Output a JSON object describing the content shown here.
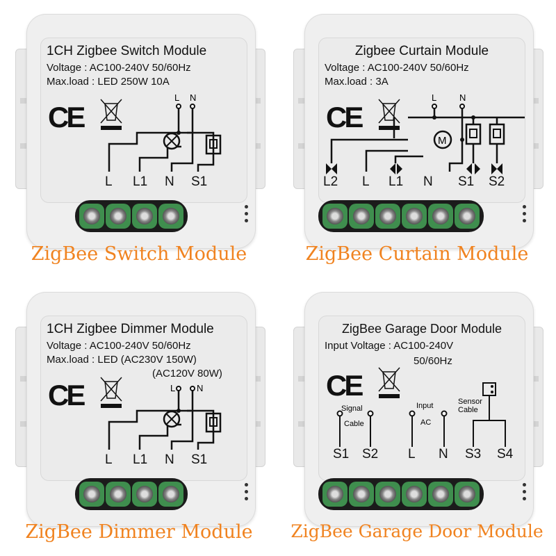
{
  "colors": {
    "caption": "#f08320",
    "terminal_green": "#3f8e4e",
    "housing": "#efefef",
    "ink": "#111111"
  },
  "modules": [
    {
      "caption": "ZigBee Switch Module",
      "title": "1CH Zigbee Switch Module",
      "voltage": "Voltage : AC100-240V 50/60Hz",
      "maxload": "Max.load : LED 250W  10A",
      "maxload2": "",
      "icons": [
        "ce-mark-icon",
        "weee-bin-icon",
        "lamp-icon",
        "switch-icon"
      ],
      "top_terminals": [
        "L",
        "N"
      ],
      "terminals": [
        "L",
        "L1",
        "N",
        "S1"
      ],
      "screws": 4
    },
    {
      "caption": "ZigBee Curtain Module",
      "title": "Zigbee Curtain Module",
      "voltage": "Voltage : AC100-240V 50/60Hz",
      "maxload": "Max.load : 3A",
      "maxload2": "",
      "icons": [
        "ce-mark-icon",
        "weee-bin-icon",
        "motor-icon",
        "switch-icon",
        "switch-icon",
        "bowtie-icon",
        "diamond-icon"
      ],
      "top_terminals": [
        "L",
        "N"
      ],
      "terminals": [
        "L2",
        "L",
        "L1",
        "N",
        "S1",
        "S2"
      ],
      "screws": 6
    },
    {
      "caption": "ZigBee Dimmer Module",
      "title": "1CH Zigbee Dimmer Module",
      "voltage": "Voltage : AC100-240V 50/60Hz",
      "maxload": "Max.load : LED (AC230V 150W)",
      "maxload2": "(AC120V 80W)",
      "icons": [
        "ce-mark-icon",
        "weee-bin-icon",
        "lamp-icon",
        "switch-icon"
      ],
      "top_terminals": [
        "L",
        "N"
      ],
      "terminals": [
        "L",
        "L1",
        "N",
        "S1"
      ],
      "screws": 4
    },
    {
      "caption": "ZigBee Garage Door Module",
      "title": "ZigBee Garage Door Module",
      "voltage": "Input Voltage : AC100-240V",
      "maxload": "",
      "maxload2": "50/60Hz",
      "icons": [
        "ce-mark-icon",
        "weee-bin-icon",
        "sensor-icon"
      ],
      "labels": {
        "signal": "Signal",
        "cable": "Cable",
        "input": "Input",
        "ac": "AC",
        "sensor": "Sensor",
        "sensor_cable": "Cable"
      },
      "terminals": [
        "S1",
        "S2",
        "L",
        "N",
        "S3",
        "S4"
      ],
      "screws": 6
    }
  ]
}
